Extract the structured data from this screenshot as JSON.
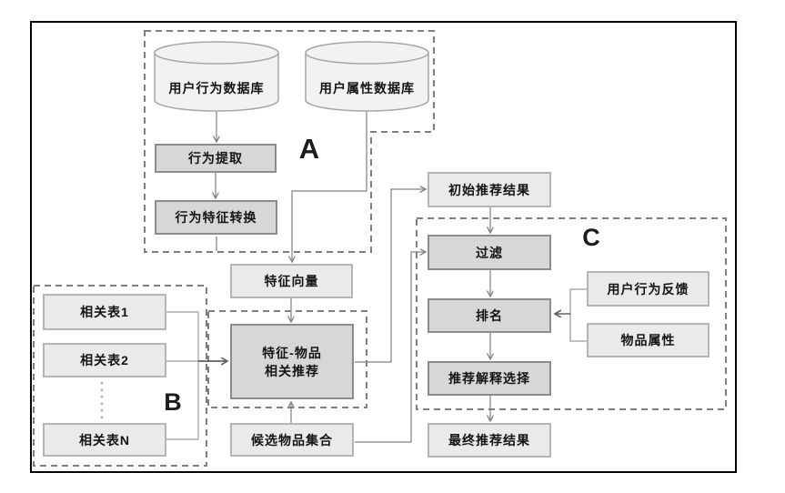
{
  "diagram": {
    "type": "flowchart",
    "group_labels": {
      "a": "A",
      "b": "B",
      "c": "C"
    },
    "nodes": {
      "user_behavior_db": {
        "label": "用户行为数据库",
        "shape": "cylinder"
      },
      "user_attr_db": {
        "label": "用户属性数据库",
        "shape": "cylinder"
      },
      "behavior_extract": {
        "label": "行为提取"
      },
      "behavior_transform": {
        "label": "行为特征转换"
      },
      "feature_vector": {
        "label": "特征向量"
      },
      "feature_item_rec": {
        "label_line1": "特征-物品",
        "label_line2": "相关推荐"
      },
      "candidate_set": {
        "label": "候选物品集合"
      },
      "related_1": {
        "label": "相关表1"
      },
      "related_2": {
        "label": "相关表2"
      },
      "related_n": {
        "label": "相关表N"
      },
      "initial_result": {
        "label": "初始推荐结果"
      },
      "filter": {
        "label": "过滤"
      },
      "ranking": {
        "label": "排名"
      },
      "explanation_select": {
        "label": "推荐解释选择"
      },
      "final_result": {
        "label": "最终推荐结果"
      },
      "user_feedback": {
        "label": "用户行为反馈"
      },
      "item_attributes": {
        "label": "物品属性"
      }
    },
    "colors": {
      "process_box_fill": "#d7d7d7",
      "process_box_border": "#8c8c8c",
      "data_box_fill": "#eaeaea",
      "data_box_border": "#b5b5b5",
      "cylinder_fill": "#f2f2f2",
      "connector": "#808080",
      "dashed_group_border": "#7f7f7f",
      "frame_border": "#000000"
    }
  }
}
